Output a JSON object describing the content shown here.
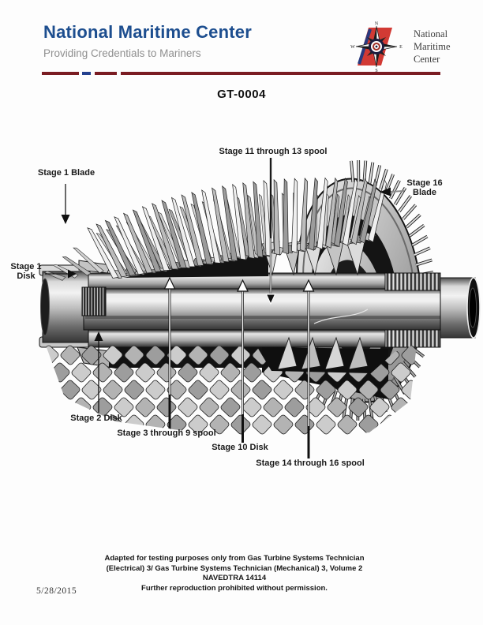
{
  "header": {
    "title": "National Maritime Center",
    "subtitle": "Providing Credentials to Mariners",
    "logo": {
      "name_lines": [
        "National",
        "Maritime",
        "Center"
      ],
      "compass": [
        "N",
        "E",
        "S",
        "W"
      ]
    }
  },
  "page": {
    "doc_code": "GT-0004"
  },
  "diagram": {
    "labels": {
      "stage1_blade": "Stage 1 Blade",
      "stage1_disk": [
        "Stage 1",
        "Disk"
      ],
      "stage11_13_spool": "Stage 11 through 13 spool",
      "stage16_blade": [
        "Stage 16",
        "Blade"
      ],
      "stage2_disk": "Stage 2 Disk",
      "stage3_9_spool": "Stage 3 through 9 spool",
      "stage10_disk": "Stage 10 Disk",
      "stage14_16_spool": "Stage 14 through 16 spool"
    }
  },
  "footer": {
    "lines": [
      "Adapted for testing purposes only from Gas Turbine Systems Technician",
      "(Electrical) 3/ Gas Turbine Systems Technician (Mechanical) 3, Volume 2",
      "NAVEDTRA 14114",
      "Further reproduction prohibited without permission."
    ],
    "date": "5/28/2015"
  },
  "colors": {
    "header_blue": "#1d4e8f",
    "subtitle_gray": "#8f8f8f",
    "rule_red": "#7a1c22",
    "rule_blue": "#23408e",
    "logo_red": "#d23a34",
    "logo_blue": "#2a3a7e",
    "label_ink": "#1a1a1a"
  }
}
